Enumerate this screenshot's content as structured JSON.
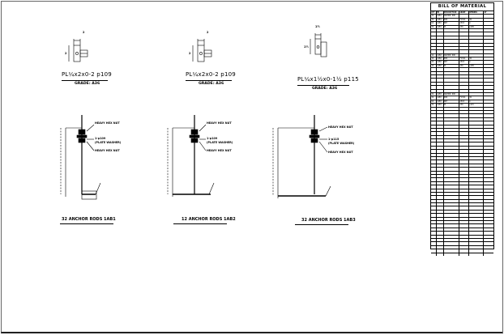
{
  "plates": [
    {
      "title": "PL¼x2x0-2 p109",
      "grade": "GRADE: A36",
      "dim_top": "2",
      "dim_side": "2"
    },
    {
      "title": "PL¼x2x0-2 p109",
      "grade": "GRADE: A36",
      "dim_top": "2",
      "dim_side": "2"
    },
    {
      "title": "PL¼x1½x0-1½ p115",
      "grade": "GRADE: A36",
      "dim_top": "1½",
      "dim_side": "1½"
    }
  ],
  "anchor_details": [
    {
      "title": "32 ANCHOR RODS 1AB1",
      "nut_top": "HEAVY HEX NUT",
      "washer": "1-p109",
      "washer_note": "(PLATE WASHER)",
      "nut_bottom": "HEAVY HEX NUT"
    },
    {
      "title": "12 ANCHOR RODS 1AB2",
      "nut_top": "HEAVY HEX NUT",
      "washer": "1-p109",
      "washer_note": "(PLATE WASHER)",
      "nut_bottom": "HEAVY HEX NUT"
    },
    {
      "title": "32 ANCHOR RODS 1AB3",
      "nut_top": "HEAVY HEX NUT",
      "washer": "1-p115",
      "washer_note": "(PLATE WASHER)",
      "nut_bottom": "HEAVY HEX NUT"
    }
  ],
  "bom": {
    "title": "BILL OF MATERIAL",
    "header_row": [
      "QTY",
      "MK",
      "DESCRIPTION",
      "GRADE",
      "REMARKS",
      "WT"
    ],
    "rows": [
      [
        "32",
        "1AB1",
        "ANCHOR ROD",
        "",
        "",
        ""
      ],
      [
        "32",
        "1AB1",
        "ROD",
        "F1554",
        "36",
        ""
      ],
      [
        "64",
        "1AB1",
        "NUT",
        "A563",
        "A",
        ""
      ],
      [
        "32",
        "1AB1",
        "PL",
        "A36",
        "p109",
        ""
      ],
      [
        "",
        "",
        "",
        "",
        "",
        ""
      ],
      [
        "",
        "",
        "",
        "",
        "",
        ""
      ],
      [
        "",
        "",
        "",
        "",
        "",
        ""
      ],
      [
        "",
        "",
        "",
        "",
        "",
        ""
      ],
      [
        "",
        "",
        "",
        "",
        "",
        ""
      ],
      [
        "",
        "",
        "",
        "",
        "",
        ""
      ],
      [
        "",
        "",
        "",
        "",
        "",
        ""
      ],
      [
        "12",
        "1AB2",
        "ANCHOR ROD",
        "",
        "",
        ""
      ],
      [
        "12",
        "1AB2",
        "ROD",
        "F1554",
        "36",
        ""
      ],
      [
        "24",
        "1AB2",
        "NUT",
        "A563",
        "A",
        ""
      ],
      [
        "12",
        "1AB2",
        "PL",
        "A36",
        "p109",
        ""
      ],
      [
        "",
        "",
        "",
        "",
        "",
        ""
      ],
      [
        "",
        "",
        "",
        "",
        "",
        ""
      ],
      [
        "",
        "",
        "",
        "",
        "",
        ""
      ],
      [
        "",
        "",
        "",
        "",
        "",
        ""
      ],
      [
        "",
        "",
        "",
        "",
        "",
        ""
      ],
      [
        "",
        "",
        "",
        "",
        "",
        ""
      ],
      [
        "",
        "",
        "",
        "",
        "",
        ""
      ],
      [
        "32",
        "1AB3",
        "ANCHOR ROD",
        "",
        "",
        ""
      ],
      [
        "32",
        "1AB3",
        "ROD",
        "F1554",
        "36",
        ""
      ],
      [
        "64",
        "1AB3",
        "NUT",
        "A563",
        "A",
        ""
      ],
      [
        "32",
        "1AB3",
        "PL",
        "A36",
        "p115",
        ""
      ],
      [
        "",
        "",
        "",
        "",
        "",
        ""
      ],
      [
        "",
        "",
        "",
        "",
        "",
        ""
      ],
      [
        "",
        "",
        "",
        "",
        "",
        ""
      ],
      [
        "",
        "",
        "",
        "",
        "",
        ""
      ],
      [
        "",
        "",
        "",
        "",
        "",
        ""
      ],
      [
        "",
        "",
        "",
        "",
        "",
        ""
      ],
      [
        "",
        "",
        "",
        "",
        "",
        ""
      ],
      [
        "",
        "",
        "",
        "",
        "",
        ""
      ],
      [
        "",
        "",
        "",
        "",
        "",
        ""
      ],
      [
        "",
        "",
        "",
        "",
        "",
        ""
      ],
      [
        "",
        "",
        "",
        "",
        "",
        ""
      ],
      [
        "",
        "",
        "",
        "",
        "",
        ""
      ],
      [
        "",
        "",
        "",
        "",
        "",
        ""
      ],
      [
        "",
        "",
        "",
        "",
        "",
        ""
      ],
      [
        "",
        "",
        "",
        "",
        "",
        ""
      ],
      [
        "",
        "",
        "",
        "",
        "",
        ""
      ],
      [
        "",
        "",
        "",
        "",
        "",
        ""
      ],
      [
        "",
        "",
        "",
        "",
        "",
        ""
      ],
      [
        "",
        "",
        "",
        "",
        "",
        ""
      ],
      [
        "",
        "",
        "",
        "",
        "",
        ""
      ],
      [
        "",
        "",
        "",
        "",
        "",
        ""
      ],
      [
        "",
        "",
        "",
        "",
        "",
        ""
      ],
      [
        "",
        "",
        "",
        "",
        "",
        ""
      ],
      [
        "",
        "",
        "",
        "",
        "",
        ""
      ],
      [
        "",
        "",
        "",
        "",
        "",
        ""
      ],
      [
        "",
        "",
        "",
        "",
        "",
        ""
      ],
      [
        "",
        "",
        "",
        "",
        "",
        ""
      ],
      [
        "",
        "",
        "",
        "",
        "",
        ""
      ],
      [
        "",
        "",
        "",
        "",
        "",
        ""
      ],
      [
        "",
        "",
        "",
        "",
        "",
        ""
      ],
      [
        "",
        "",
        "",
        "",
        "",
        ""
      ],
      [
        "",
        "",
        "",
        "",
        "",
        ""
      ],
      [
        "",
        "",
        "",
        "",
        "",
        ""
      ],
      [
        "",
        "",
        "",
        "",
        "",
        ""
      ],
      [
        "",
        "",
        "",
        "",
        "",
        ""
      ],
      [
        "",
        "",
        "",
        "",
        "",
        ""
      ],
      [
        "",
        "",
        "",
        "",
        "",
        ""
      ],
      [
        "",
        "",
        "",
        "",
        "",
        ""
      ],
      [
        "",
        "",
        "",
        "",
        "",
        ""
      ],
      [
        "",
        "",
        "",
        "",
        "",
        ""
      ],
      [
        "",
        "",
        "",
        "",
        "",
        ""
      ],
      [
        "",
        "",
        "",
        "",
        "",
        ""
      ]
    ]
  }
}
